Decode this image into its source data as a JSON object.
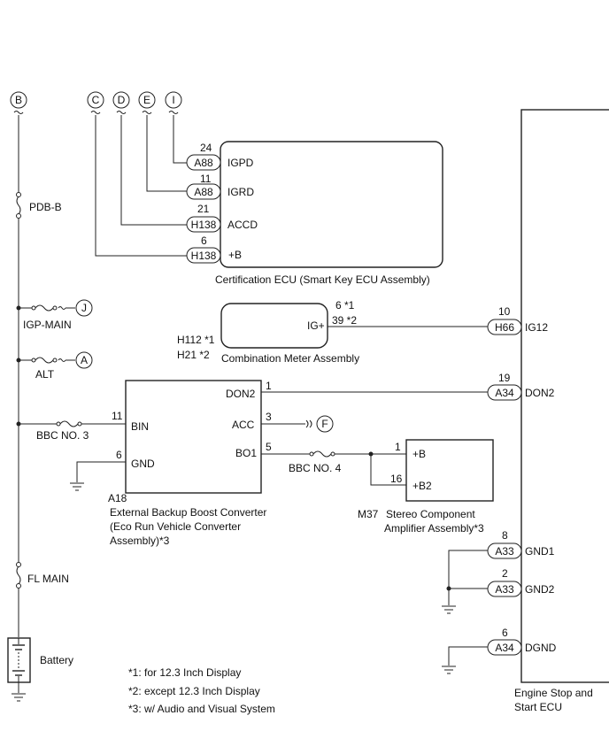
{
  "markers": {
    "B": "B",
    "C": "C",
    "D": "D",
    "E": "E",
    "I": "I",
    "J": "J",
    "A": "A",
    "F": "F"
  },
  "fuses": {
    "pdb_b": "PDB-B",
    "igp_main": "IGP-MAIN",
    "alt": "ALT",
    "bbc_no3": "BBC NO. 3",
    "bbc_no4": "BBC NO. 4",
    "fl_main": "FL MAIN"
  },
  "battery": {
    "label": "Battery"
  },
  "certification_ecu": {
    "name": "Certification ECU (Smart Key ECU Assembly)",
    "pins": [
      {
        "pin": "24",
        "connector": "A88",
        "signal": "IGPD"
      },
      {
        "pin": "11",
        "connector": "A88",
        "signal": "IGRD"
      },
      {
        "pin": "21",
        "connector": "H138",
        "signal": "ACCD"
      },
      {
        "pin": "6",
        "connector": "H138",
        "signal": "+B"
      }
    ]
  },
  "combination_meter": {
    "name": "Combination Meter Assembly",
    "connector_1": "H112 *1",
    "connector_2": "H21 *2",
    "pin_1": "6 *1",
    "pin_2": "39 *2",
    "signal": "IG+"
  },
  "converter": {
    "code": "A18",
    "name_line1": "External Backup Boost Converter",
    "name_line2": "(Eco Run Vehicle Converter",
    "name_line3": "Assembly)*3",
    "pins": {
      "don2": {
        "pin": "1",
        "signal": "DON2"
      },
      "acc": {
        "pin": "3",
        "signal": "ACC"
      },
      "bo1": {
        "pin": "5",
        "signal": "BO1"
      },
      "bin": {
        "pin": "11",
        "signal": "BIN"
      },
      "gnd": {
        "pin": "6",
        "signal": "GND"
      }
    }
  },
  "amplifier": {
    "code": "M37",
    "name_line1": "Stereo Component",
    "name_line2": "Amplifier Assembly*3",
    "pins": [
      {
        "pin": "1",
        "signal": "+B"
      },
      {
        "pin": "16",
        "signal": "+B2"
      }
    ]
  },
  "engine_ecu": {
    "name_line1": "Engine Stop and",
    "name_line2": "Start ECU",
    "pins": [
      {
        "pin": "10",
        "connector": "H66",
        "signal": "IG12"
      },
      {
        "pin": "19",
        "connector": "A34",
        "signal": "DON2"
      },
      {
        "pin": "8",
        "connector": "A33",
        "signal": "GND1"
      },
      {
        "pin": "2",
        "connector": "A33",
        "signal": "GND2"
      },
      {
        "pin": "6",
        "connector": "A34",
        "signal": "DGND"
      }
    ]
  },
  "notes": [
    "*1: for 12.3 Inch Display",
    "*2: except 12.3 Inch Display",
    "*3: w/ Audio and Visual System"
  ]
}
